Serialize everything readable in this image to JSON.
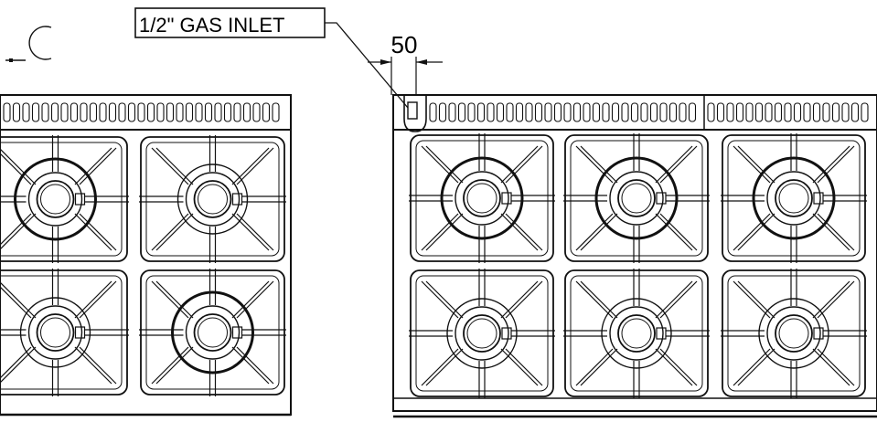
{
  "labels": {
    "gas_inlet": "1/2\" GAS INLET",
    "dimension_value": "50"
  },
  "views": [
    {
      "name": "left-range",
      "burners_per_row": [
        2,
        2
      ]
    },
    {
      "name": "right-range",
      "burners_per_row": [
        3,
        3
      ]
    }
  ],
  "colors": {
    "line": "#111111",
    "background": "#ffffff"
  }
}
